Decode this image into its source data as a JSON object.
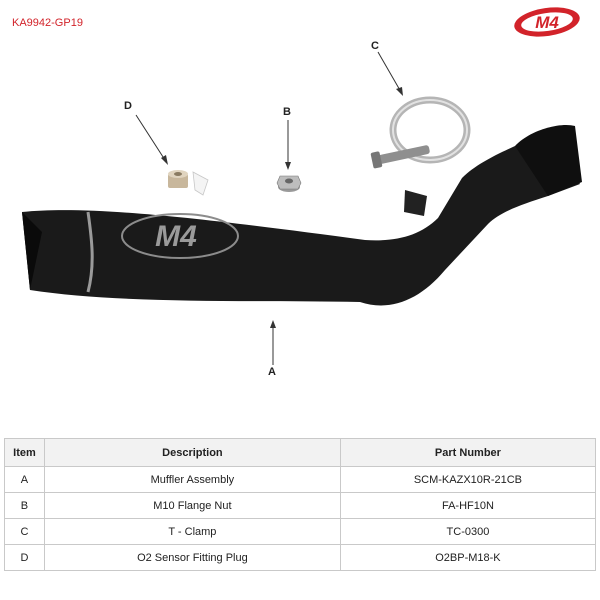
{
  "header": {
    "product_code": "KA9942-GP19",
    "brand_logo_text": "M4"
  },
  "callouts": {
    "a": "A",
    "b": "B",
    "c": "C",
    "d": "D"
  },
  "muffler_logo_text": "M4",
  "table": {
    "headers": {
      "item": "Item",
      "description": "Description",
      "part_number": "Part Number"
    },
    "rows": [
      {
        "item": "A",
        "description": "Muffler Assembly",
        "part_number": "SCM-KAZX10R-21CB"
      },
      {
        "item": "B",
        "description": "M10 Flange Nut",
        "part_number": "FA-HF10N"
      },
      {
        "item": "C",
        "description": "T - Clamp",
        "part_number": "TC-0300"
      },
      {
        "item": "D",
        "description": "O2 Sensor Fitting Plug",
        "part_number": "O2BP-M18-K"
      }
    ]
  },
  "colors": {
    "brand_red": "#d2232a",
    "muffler": "#1a1a1a",
    "header_fill": "#f2f2f2",
    "border": "#c9c9c9"
  }
}
